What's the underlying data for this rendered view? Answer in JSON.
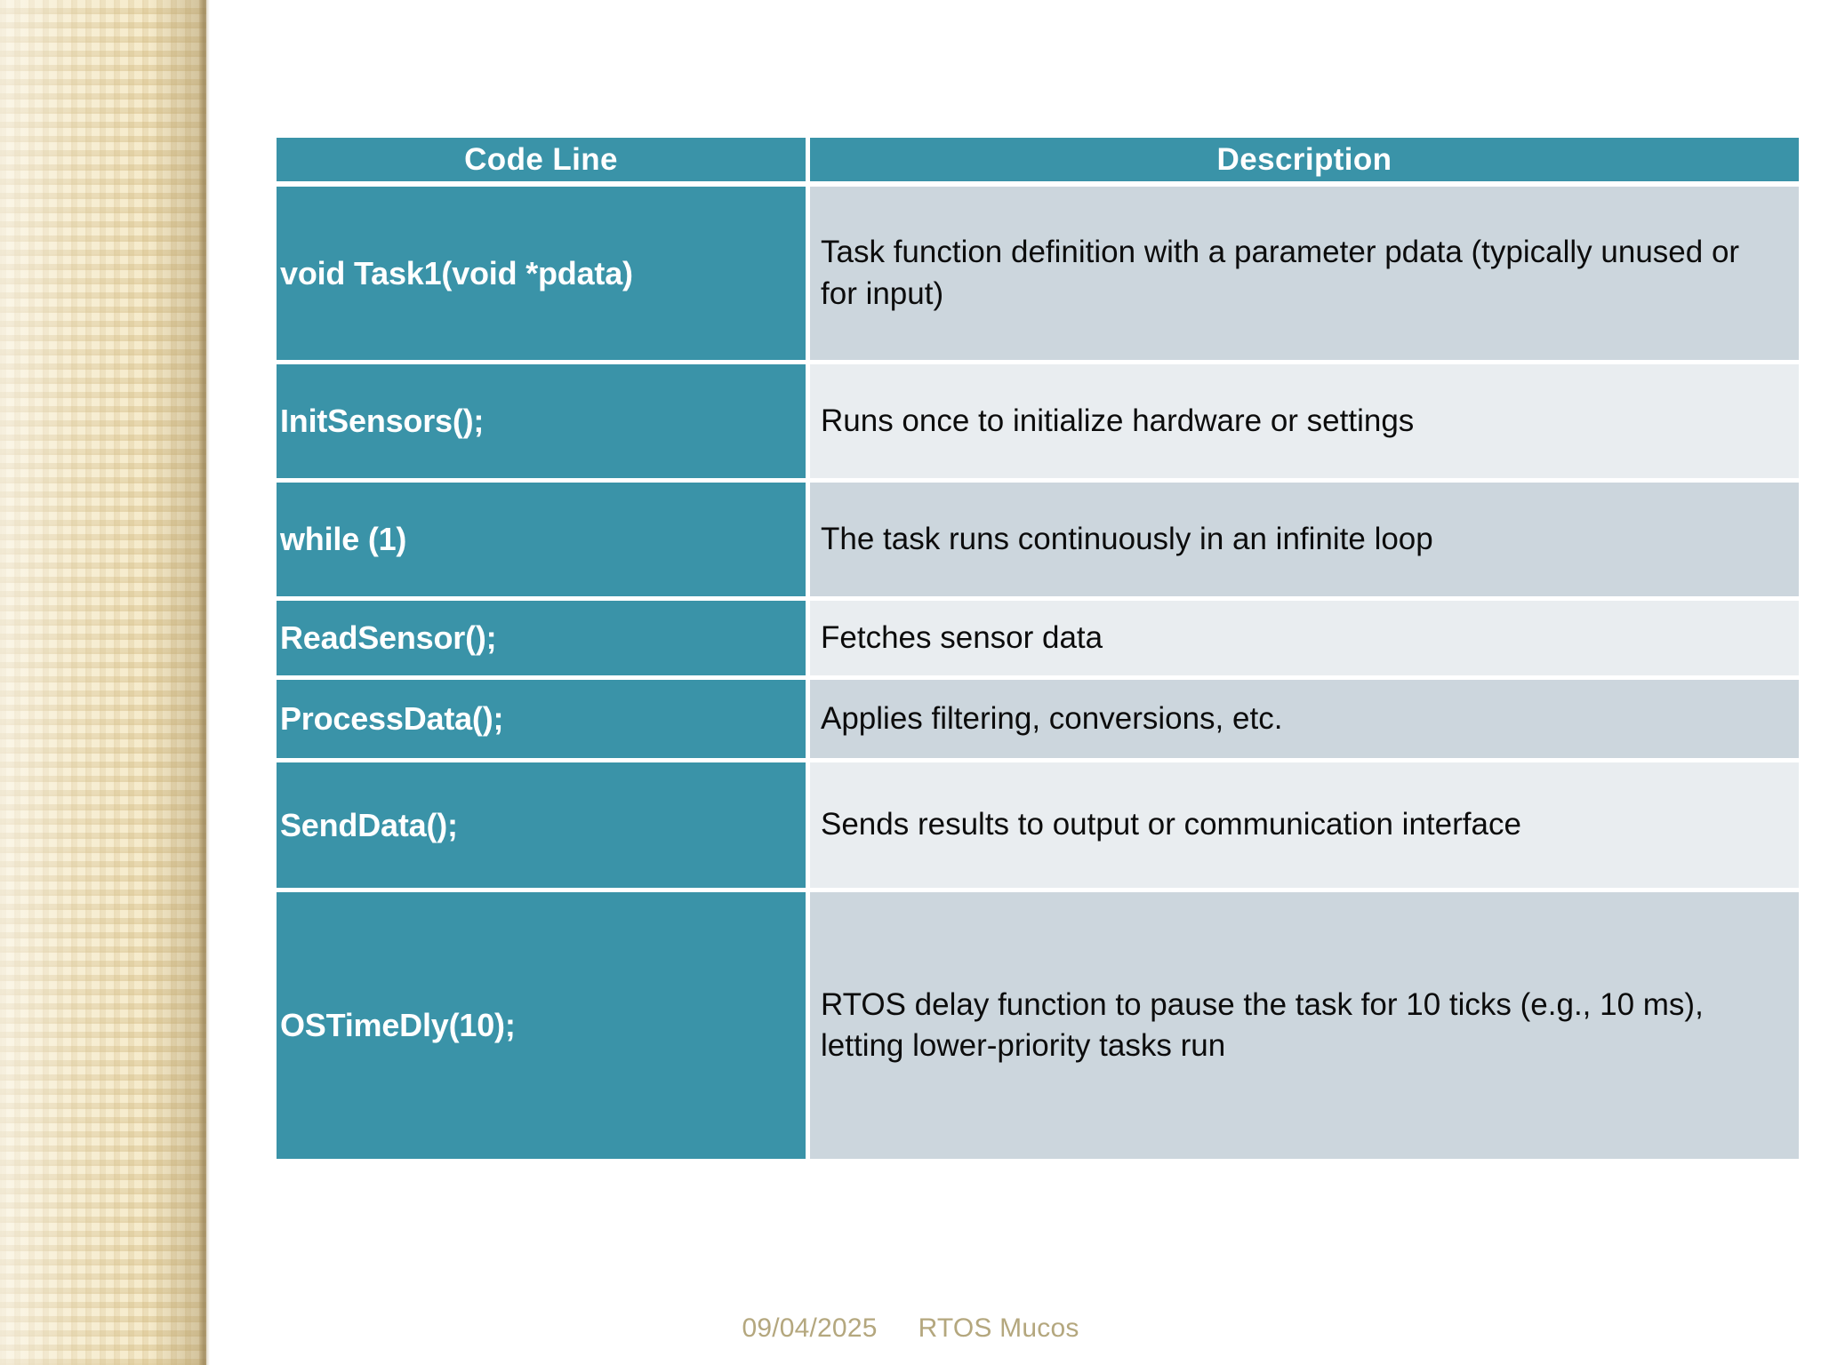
{
  "slide": {
    "background_color": "#ffffff",
    "accent_color": "#3a93a8",
    "band_color_a": "#ccd6dd",
    "band_color_b": "#e9edf0",
    "sidebar_color": "#f2e6c4",
    "footer_color": "#b4a77e"
  },
  "table": {
    "headers": {
      "code": "Code Line",
      "description": "Description"
    },
    "rows": [
      {
        "code": "void Task1(void *pdata)",
        "description": "Task function definition with a parameter pdata (typically unused or for input)"
      },
      {
        "code": "InitSensors();",
        "description": "Runs once to initialize hardware or settings"
      },
      {
        "code": "while (1)",
        "description": "The task runs continuously in an infinite loop"
      },
      {
        "code": "ReadSensor();",
        "description": "Fetches sensor data"
      },
      {
        "code": "ProcessData();",
        "description": "Applies filtering, conversions, etc."
      },
      {
        "code": "SendData();",
        "description": "Sends results to output or communication interface"
      },
      {
        "code": "OSTimeDly(10);",
        "description": "RTOS delay function to pause the task for 10 ticks (e.g., 10 ms), letting lower-priority tasks run"
      }
    ]
  },
  "footer": {
    "date": "09/04/2025",
    "title": "RTOS Mucos"
  }
}
